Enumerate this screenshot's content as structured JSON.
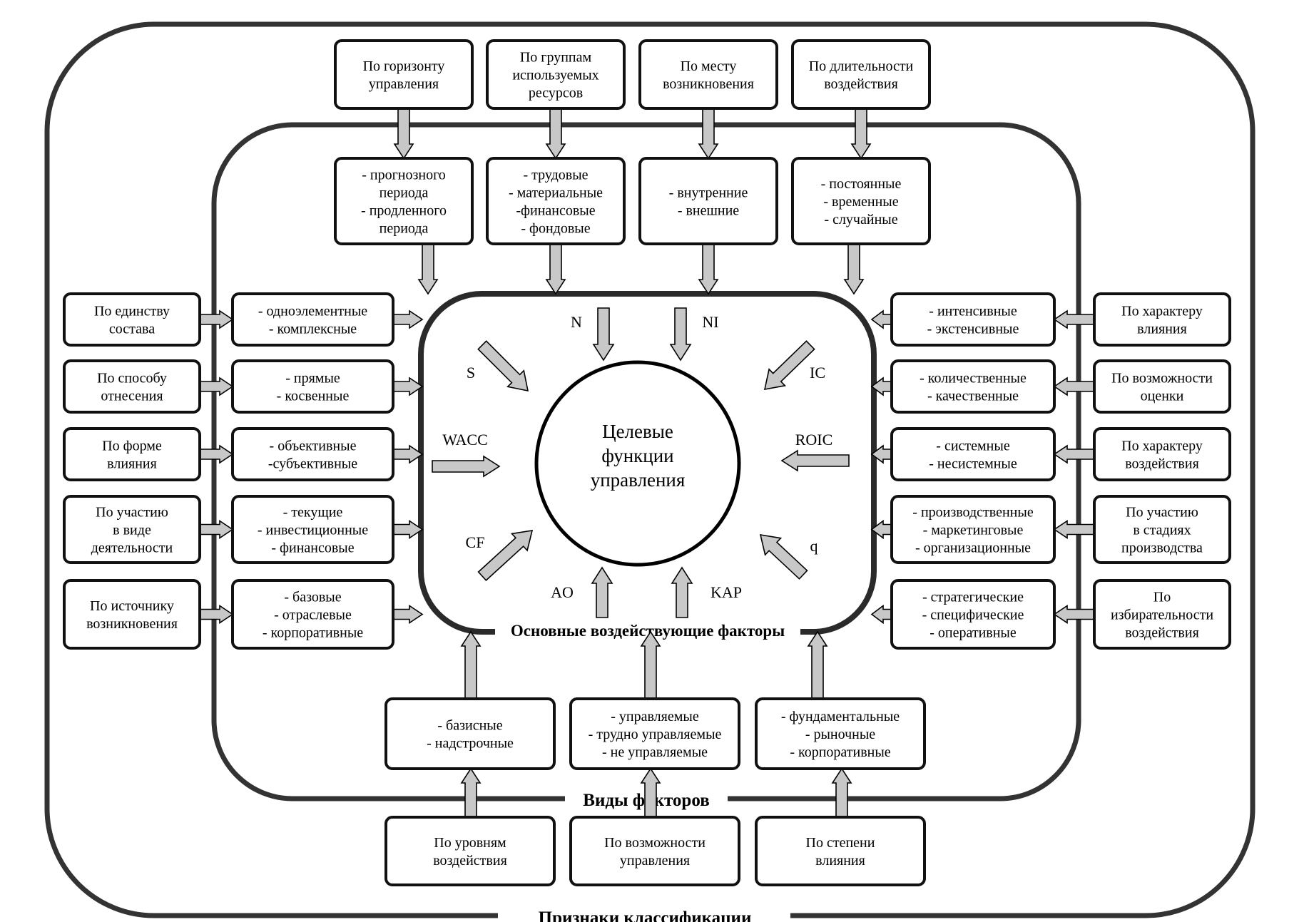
{
  "diagram": {
    "center": [
      "Целевые",
      "функции",
      "управления"
    ],
    "frame_labels": {
      "outer": "Признаки классификации",
      "middle": "Виды факторов",
      "core": "Основные воздействующие факторы"
    },
    "symbols": {
      "N": "N",
      "NI": "NI",
      "S": "S",
      "IC": "IC",
      "WACC": "WACC",
      "ROIC": "ROIC",
      "CF": "CF",
      "q": "q",
      "AO": "AO",
      "KAP": "KAP"
    },
    "criteria": {
      "top": [
        [
          "По горизонту",
          "управления"
        ],
        [
          "По группам",
          "используемых",
          "ресурсов"
        ],
        [
          "По месту",
          "возникновения"
        ],
        [
          "По длительности",
          "воздействия"
        ]
      ],
      "left": [
        [
          "По единству",
          "состава"
        ],
        [
          "По способу",
          "отнесения"
        ],
        [
          "По форме",
          "влияния"
        ],
        [
          "По участию",
          "в виде",
          "деятельности"
        ],
        [
          "По источнику",
          "возникновения"
        ]
      ],
      "right": [
        [
          "По характеру",
          "влияния"
        ],
        [
          "По возможности",
          "оценки"
        ],
        [
          "По характеру",
          "воздействия"
        ],
        [
          "По участию",
          "в стадиях",
          "производства"
        ],
        [
          "По",
          "избирательности",
          "воздействия"
        ]
      ],
      "bottom": [
        [
          "По уровням",
          "воздействия"
        ],
        [
          "По возможности",
          "управления"
        ],
        [
          "По степени",
          "влияния"
        ]
      ]
    },
    "types": {
      "top": [
        [
          "- прогнозного",
          "периода",
          "- продленного",
          "периода"
        ],
        [
          "- трудовые",
          "- материальные",
          "-финансовые",
          "- фондовые"
        ],
        [
          "- внутренние",
          "- внешние"
        ],
        [
          "- постоянные",
          "- временные",
          "- случайные"
        ]
      ],
      "left": [
        [
          "- одноэлементные",
          "- комплексные"
        ],
        [
          "- прямые",
          "- косвенные"
        ],
        [
          "- объективные",
          "-субъективные"
        ],
        [
          "- текущие",
          "- инвестиционные",
          "- финансовые"
        ],
        [
          "- базовые",
          "- отраслевые",
          "- корпоративные"
        ]
      ],
      "right": [
        [
          "- интенсивные",
          "- экстенсивные"
        ],
        [
          "- количественные",
          "- качественные"
        ],
        [
          "- системные",
          "- несистемные"
        ],
        [
          "- производственные",
          "- маркетинговые",
          "- организационные"
        ],
        [
          "- стратегические",
          "- специфические",
          "- оперативные"
        ]
      ],
      "bottom": [
        [
          "- базисные",
          "- надстрочные"
        ],
        [
          "- управляемые",
          "- трудно управляемые",
          "- не управляемые"
        ],
        [
          "- фундаментальные",
          "- рыночные",
          "- корпоративные"
        ]
      ]
    }
  }
}
